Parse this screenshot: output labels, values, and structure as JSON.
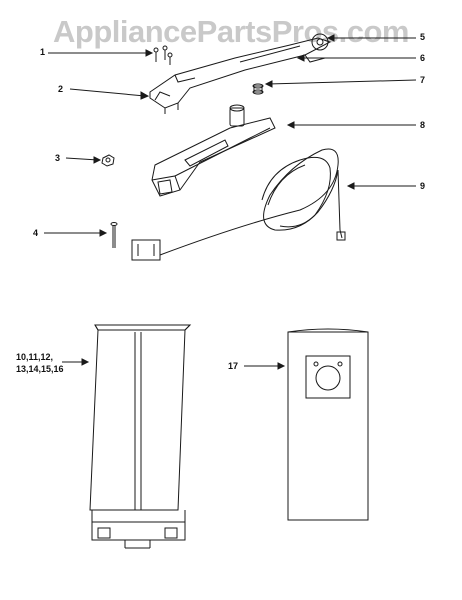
{
  "watermark": "AppliancePartsPros.com",
  "callouts": {
    "c1": "1",
    "c2": "2",
    "c3": "3",
    "c4": "4",
    "c5": "5",
    "c6": "6",
    "c7": "7",
    "c8": "8",
    "c9": "9",
    "c10_line1": "10,11,12,",
    "c10_line2": "13,14,15,16",
    "c17": "17"
  },
  "colors": {
    "ink": "#1a1a1a",
    "watermark": "#c9c9c9",
    "background": "#ffffff"
  }
}
